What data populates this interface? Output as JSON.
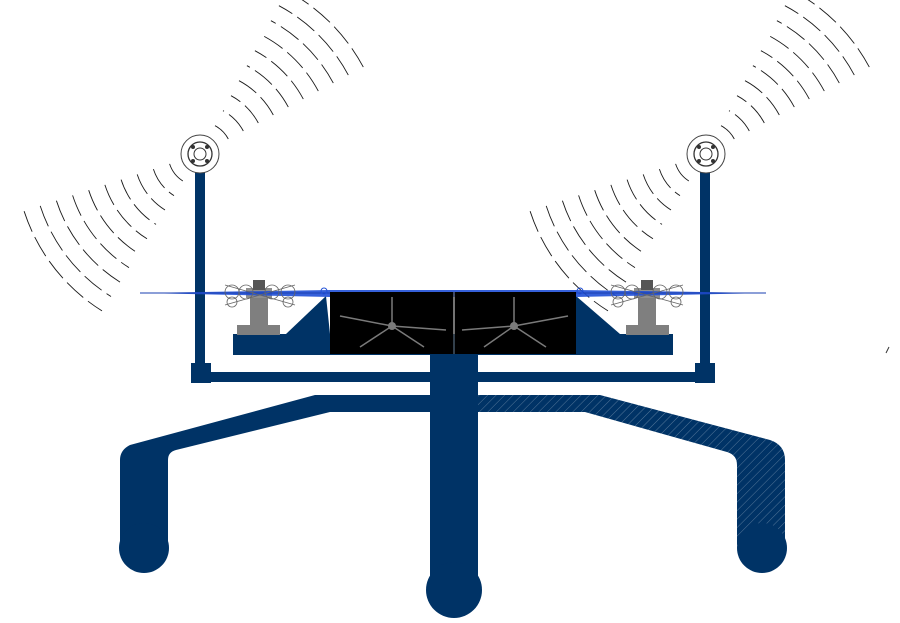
{
  "drawing": {
    "subject": "drone-on-chair-base",
    "has_text_labels": false
  },
  "colors": {
    "structure": "#003366",
    "rotor": "#1f4fd6",
    "fan_panel": "#000000",
    "fan_blade": "#7a7a7a",
    "mount": "#7f7f7f",
    "wave": "#1a1a1a",
    "background": "#ffffff"
  },
  "counts": {
    "antennas": 2,
    "wave_arcs_per_side": 10,
    "fans": 2,
    "legs": 3,
    "wheels": 3
  }
}
